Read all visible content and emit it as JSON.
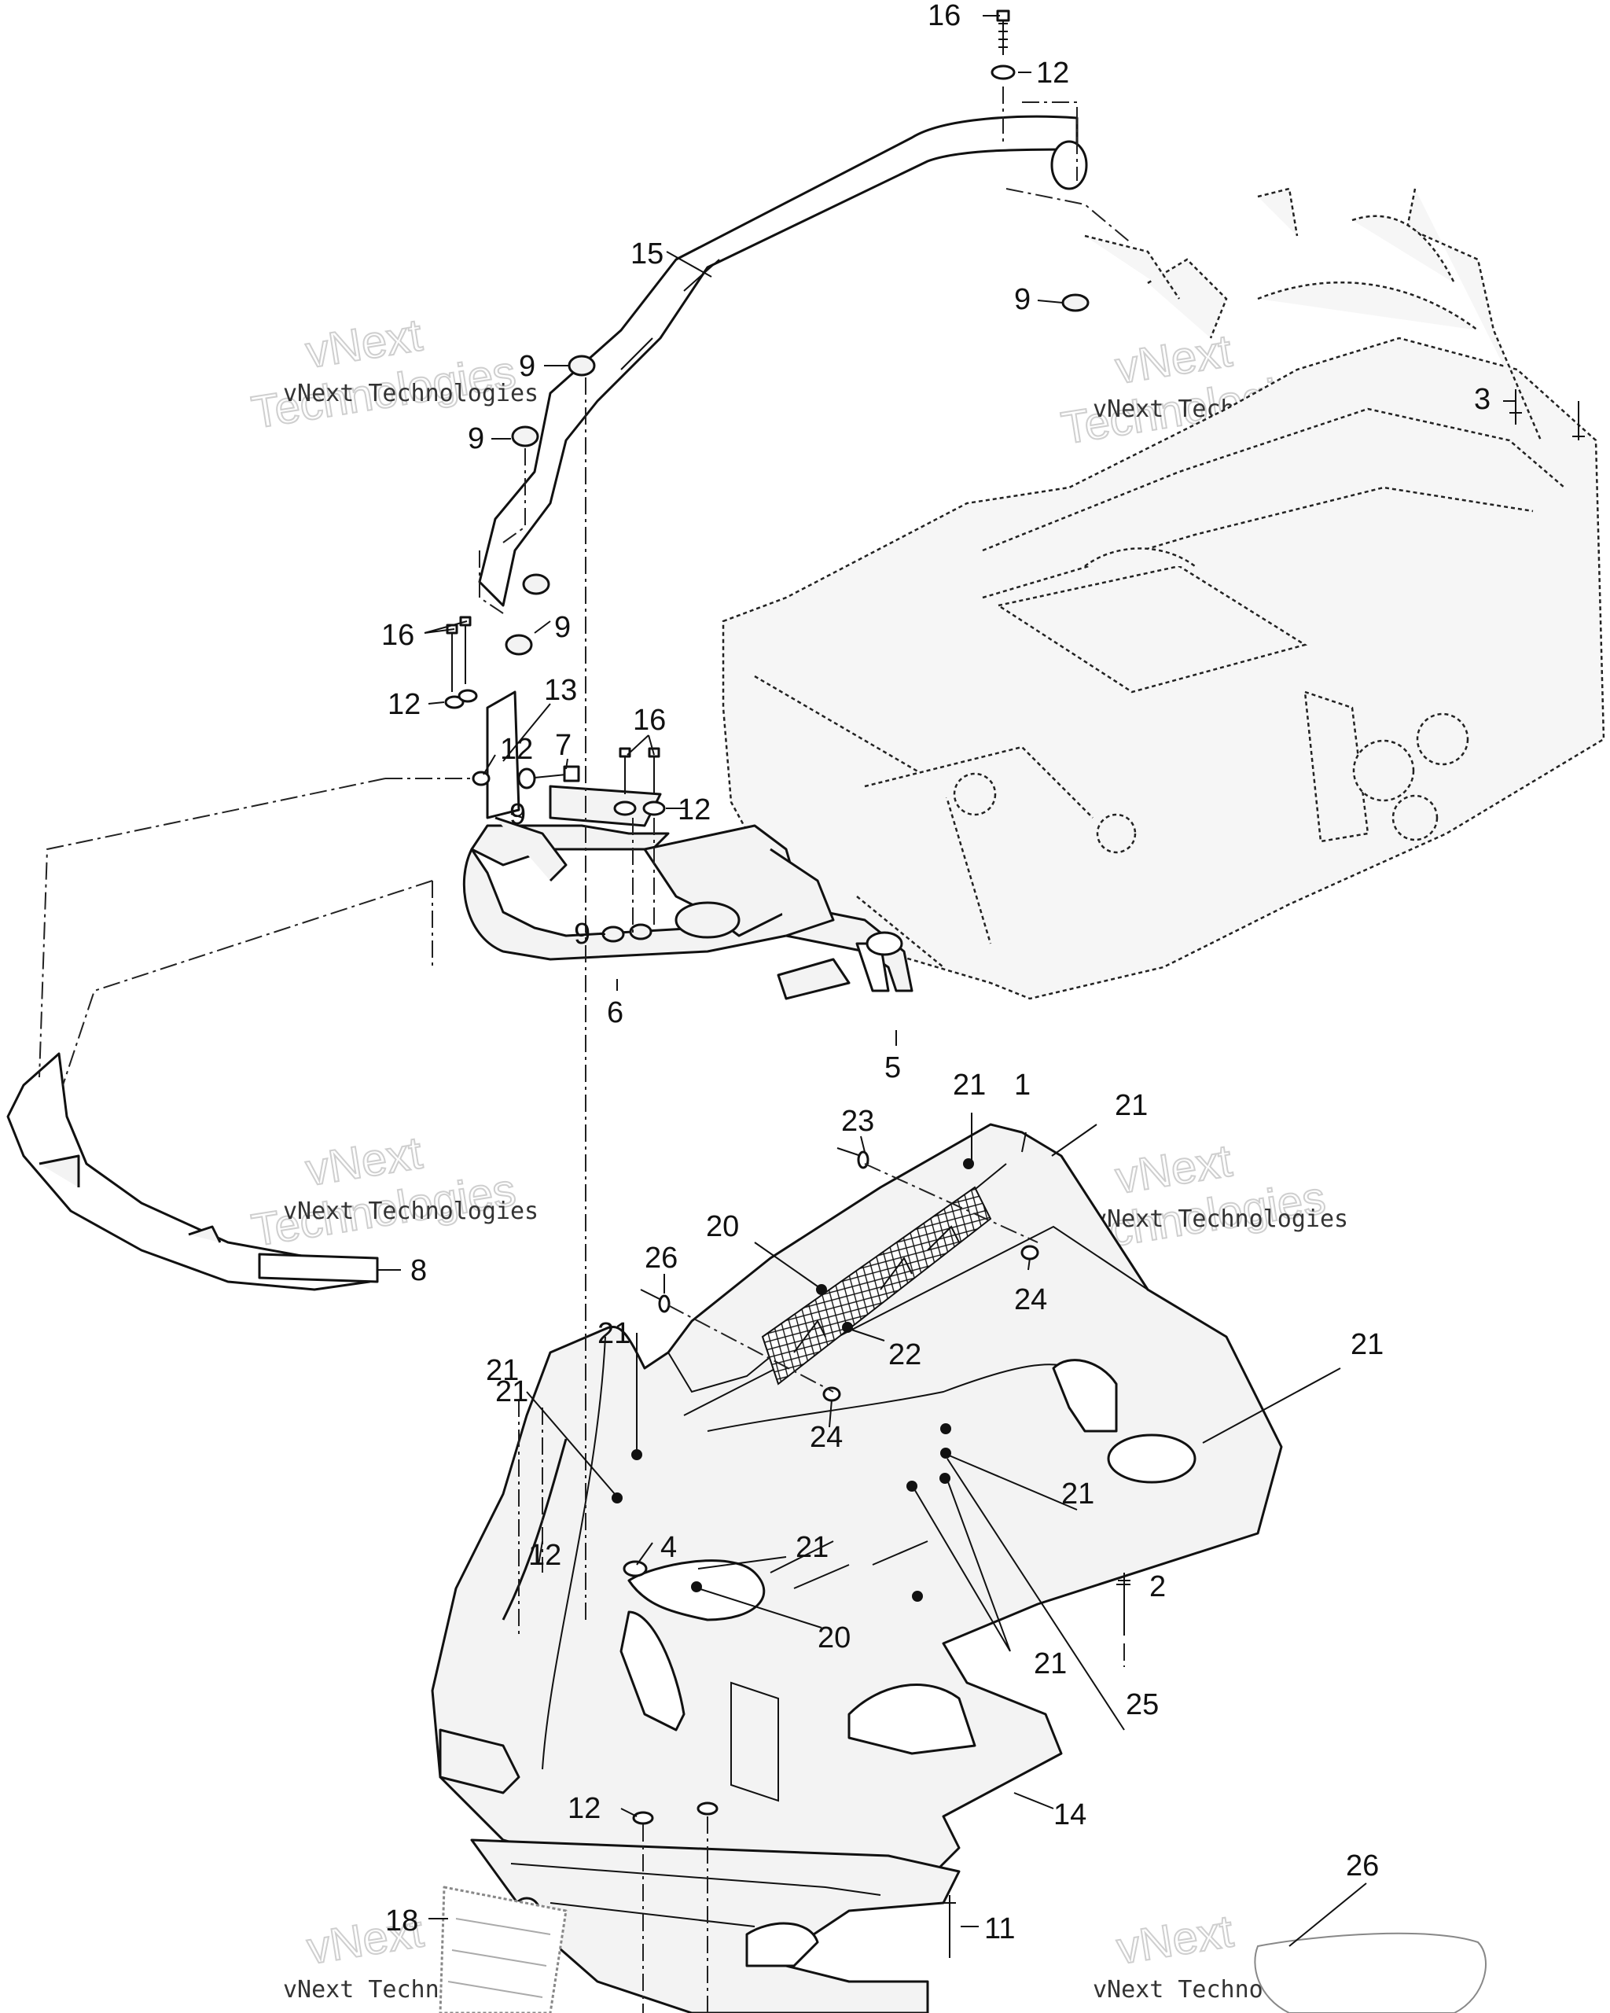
{
  "watermarks": [
    {
      "line1": "vNext",
      "line2": "Technologies",
      "caption": "vNext Technologies"
    },
    {
      "line1": "vNext",
      "line2": "Technologies",
      "caption": "vNext Technologies"
    },
    {
      "line1": "vNext",
      "line2": "Technologies",
      "caption": "vNext Technologies"
    },
    {
      "line1": "vNext",
      "line2": "Technologies",
      "caption": "vNext Technologies"
    },
    {
      "line1": "vNext",
      "line2": "Technologies",
      "caption": "vNext Technologies"
    },
    {
      "line1": "vNext",
      "line2": "Technologies",
      "caption": "vNext Technologies"
    }
  ],
  "callouts": [
    "16",
    "12",
    "15",
    "9",
    "9",
    "9",
    "3",
    "9",
    "16",
    "12",
    "13",
    "12",
    "7",
    "16",
    "12",
    "9",
    "9",
    "6",
    "5",
    "8",
    "21",
    "1",
    "21",
    "23",
    "20",
    "26",
    "24",
    "22",
    "21",
    "21",
    "24",
    "21",
    "21",
    "4",
    "12",
    "21",
    "21",
    "2",
    "20",
    "21",
    "25",
    "14",
    "12",
    "26",
    "18",
    "11"
  ],
  "colors": {
    "line": "#111111",
    "watermark": "#cfcfcf",
    "background": "#ffffff"
  }
}
